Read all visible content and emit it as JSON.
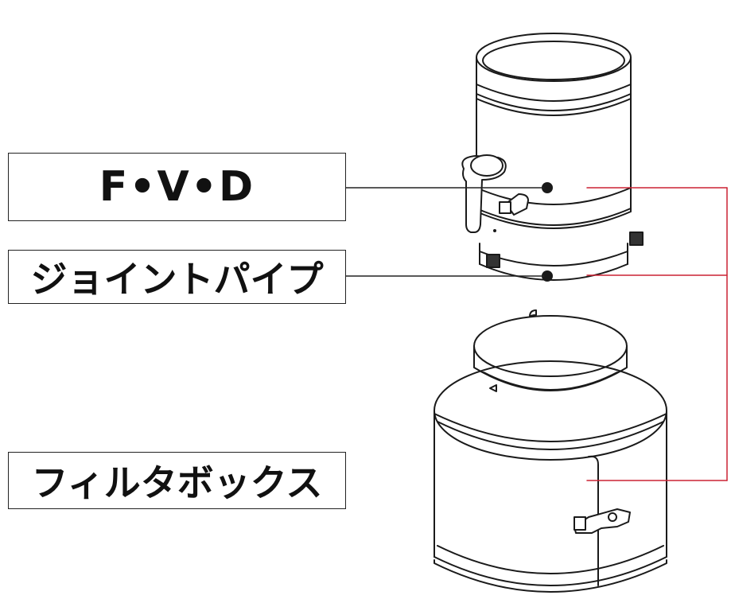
{
  "labels": {
    "fvd": "F•V•D",
    "joint_pipe": "ジョイントパイプ",
    "filter_box": "フィルタボックス"
  },
  "colors": {
    "leader_black": "#222222",
    "leader_red": "#cc2233",
    "line_art": "#1a1a1a"
  }
}
